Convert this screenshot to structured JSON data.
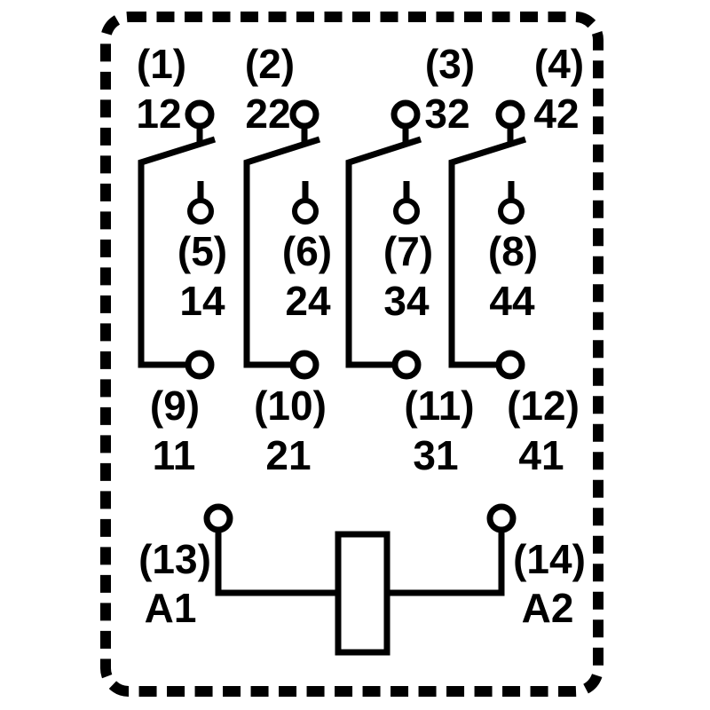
{
  "diagram": {
    "title_semantic": "relay-contact-and-coil-wiring-diagram",
    "background_color": "#ffffff",
    "line_color": "#000000",
    "poles": [
      {
        "pin": "(1)",
        "nc_terminal": "12",
        "no_pin": "(5)",
        "no_terminal": "14",
        "common_pin": "(9)",
        "common_terminal": "11"
      },
      {
        "pin": "(2)",
        "nc_terminal": "22",
        "no_pin": "(6)",
        "no_terminal": "24",
        "common_pin": "(10)",
        "common_terminal": "21"
      },
      {
        "pin": "(3)",
        "nc_terminal": "32",
        "no_pin": "(7)",
        "no_terminal": "34",
        "common_pin": "(11)",
        "common_terminal": "31"
      },
      {
        "pin": "(4)",
        "nc_terminal": "42",
        "no_pin": "(8)",
        "no_terminal": "44",
        "common_pin": "(12)",
        "common_terminal": "41"
      }
    ],
    "coil": {
      "a1_pin": "(13)",
      "a1_label": "A1",
      "a2_pin": "(14)",
      "a2_label": "A2"
    }
  }
}
